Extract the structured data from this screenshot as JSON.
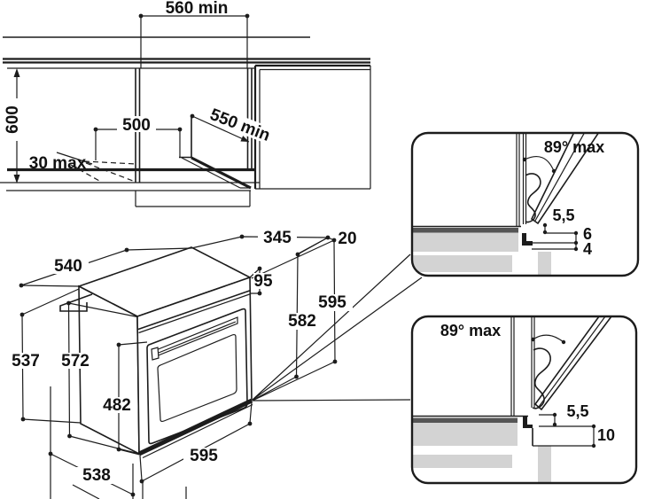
{
  "colors": {
    "line": "#1c1c1c",
    "background": "#ffffff",
    "panel_gray": "#d3d3d3",
    "dark_strip": "#555555",
    "text": "#111111"
  },
  "cutout_view": {
    "width_min": "560 min",
    "height": "600",
    "depth": "500",
    "diagonal_min": "550 min",
    "door_gap_max": "30 max"
  },
  "oven_view": {
    "top_depth": "540",
    "body_depth": "345",
    "front_overhang": "20",
    "fascia_height": "95",
    "total_height": "595",
    "body_height": "582",
    "left_height": "537",
    "side_height": "572",
    "door_height": "482",
    "width": "595",
    "bottom_depth": "538"
  },
  "detail_top_view": {
    "max_angle": "89° max",
    "door_clearance": "5,5",
    "ledge_depth": "6",
    "ledge_gap": "4"
  },
  "detail_bottom_view": {
    "max_angle": "89° max",
    "door_clearance": "5,5",
    "step_height": "10"
  }
}
